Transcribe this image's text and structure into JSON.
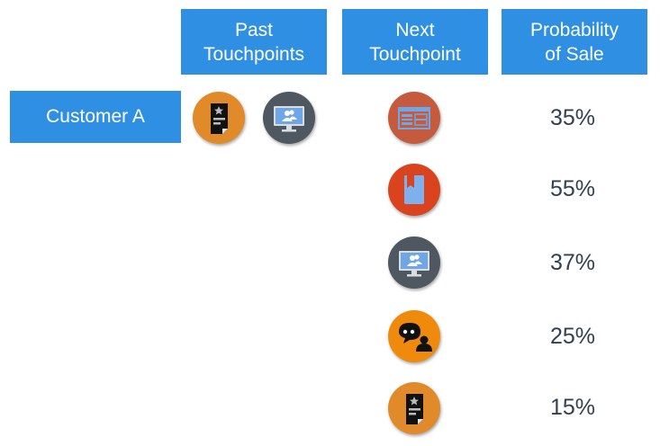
{
  "headers": {
    "past": [
      "Past",
      "Touchpoints"
    ],
    "next": [
      "Next",
      "Touchpoint"
    ],
    "probability": [
      "Probability",
      "of Sale"
    ]
  },
  "customer": {
    "label": "Customer A"
  },
  "past_touchpoints": [
    {
      "icon": "document-star-icon",
      "color": "#e08a2a"
    },
    {
      "icon": "webinar-monitor-icon",
      "color": "#4f5861"
    }
  ],
  "next_touchpoints": [
    {
      "icon": "webpage-icon",
      "color": "#c55a3c",
      "probability": "35%"
    },
    {
      "icon": "ebook-bookmark-icon",
      "color": "#d9441f",
      "probability": "55%"
    },
    {
      "icon": "webinar-monitor-icon",
      "color": "#4f5861",
      "probability": "37%"
    },
    {
      "icon": "chat-person-icon",
      "color": "#f08a0c",
      "probability": "25%"
    },
    {
      "icon": "document-star-icon",
      "color": "#e08a2a",
      "probability": "15%"
    }
  ],
  "colors": {
    "header_bg": "#2f8fe3",
    "header_text": "#ffffff",
    "prob_text": "#333f4f"
  }
}
